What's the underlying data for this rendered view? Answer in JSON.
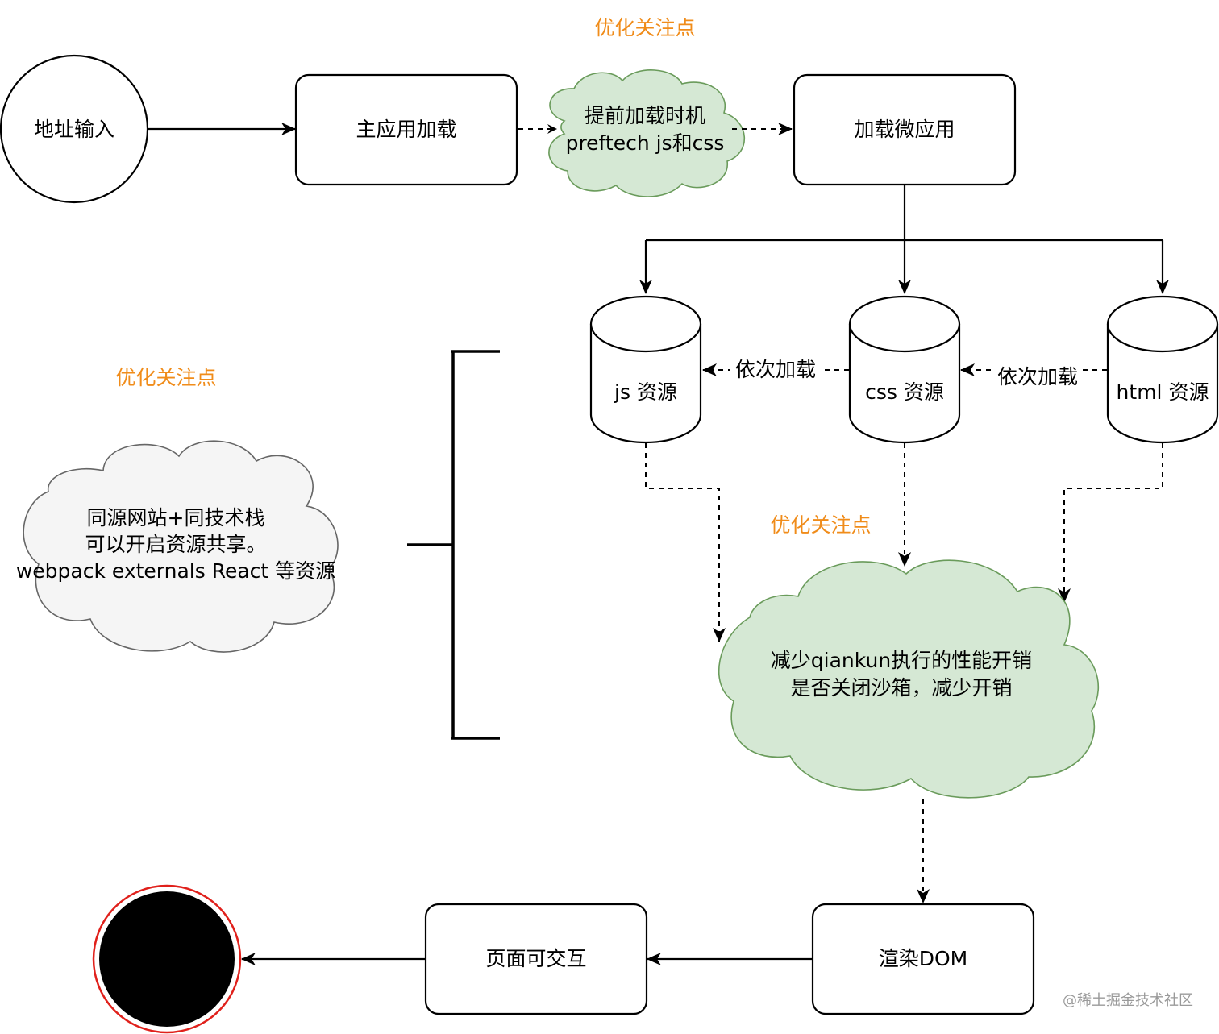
{
  "colors": {
    "highlight_text": "#f08c1a",
    "cloud_green_fill": "#d5e8d4",
    "cloud_green_stroke": "#6a9b5b",
    "cloud_gray_fill": "#f5f5f5",
    "cloud_gray_stroke": "#666666",
    "end_ring": "#e0201b",
    "end_fill": "#000000",
    "watermark": "#9a9a9a"
  },
  "highlights": {
    "top": "优化关注点",
    "left": "优化关注点",
    "middle": "优化关注点"
  },
  "nodes": {
    "start": "地址输入",
    "main_app": "主应用加载",
    "prefetch_line1": "提前加载时机",
    "prefetch_line2": "preftech js和css",
    "load_micro": "加载微应用",
    "js_res": "js 资源",
    "css_res": "css 资源",
    "html_res": "html 资源",
    "shared_line1": "同源网站+同技术栈",
    "shared_line2": "可以开启资源共享。",
    "shared_line3": "webpack externals React 等资源",
    "perf_line1": "减少qiankun执行的性能开销",
    "perf_line2": "是否关闭沙箱，减少开销",
    "render_dom": "渲染DOM",
    "interactive": "页面可交互"
  },
  "edge_labels": {
    "css_to_js": "依次加载",
    "html_to_css": "依次加载"
  },
  "watermark": "@稀土掘金技术社区"
}
